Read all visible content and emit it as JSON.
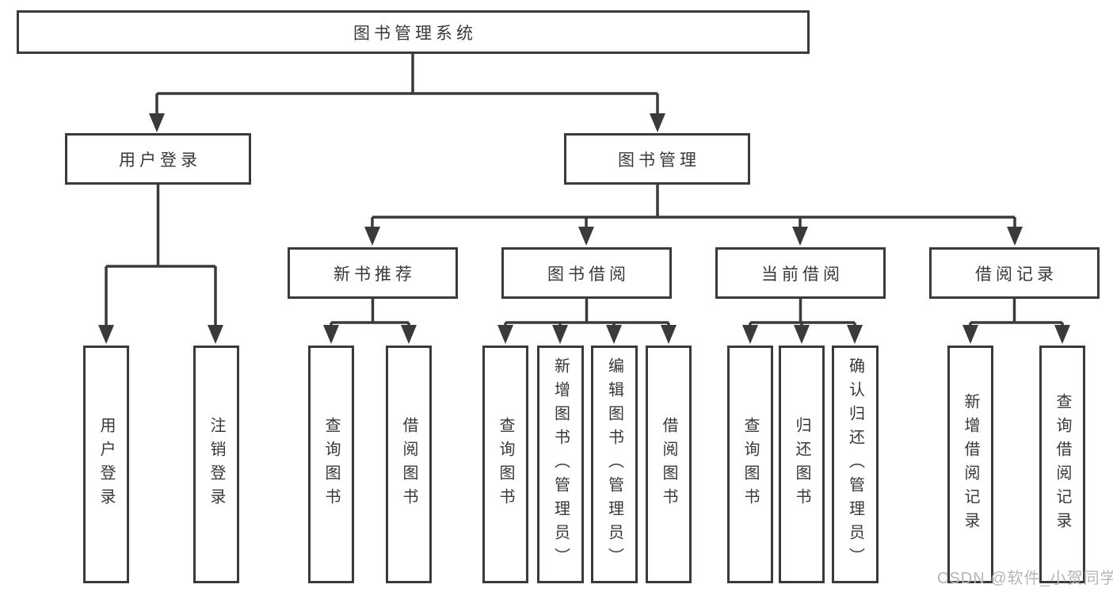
{
  "colors": {
    "line": "#3a3a3a",
    "box_border": "#3a3a3a",
    "box_fill": "#ffffff",
    "text": "#383838",
    "watermark_text": "#b5b5b5",
    "background": "#ffffff"
  },
  "watermark": {
    "text": "CSDN @软件_小贺同学"
  },
  "tree": {
    "root": {
      "label": "图书管理系统"
    },
    "branches": [
      {
        "label": "用户登录",
        "children": [
          {
            "label": "用户登录"
          },
          {
            "label": "注销登录"
          }
        ]
      },
      {
        "label": "图书管理",
        "sections": [
          {
            "label": "新书推荐",
            "children": [
              {
                "label": "查询图书"
              },
              {
                "label": "借阅图书"
              }
            ]
          },
          {
            "label": "图书借阅",
            "children": [
              {
                "label": "查询图书"
              },
              {
                "label": "新增图书（管理员）"
              },
              {
                "label": "编辑图书（管理员）"
              },
              {
                "label": "借阅图书"
              }
            ]
          },
          {
            "label": "当前借阅",
            "children": [
              {
                "label": "查询图书"
              },
              {
                "label": "归还图书"
              },
              {
                "label": "确认归还（管理员）"
              }
            ]
          },
          {
            "label": "借阅记录",
            "children": [
              {
                "label": "新增借阅记录"
              },
              {
                "label": "查询借阅记录"
              }
            ]
          }
        ]
      }
    ]
  }
}
